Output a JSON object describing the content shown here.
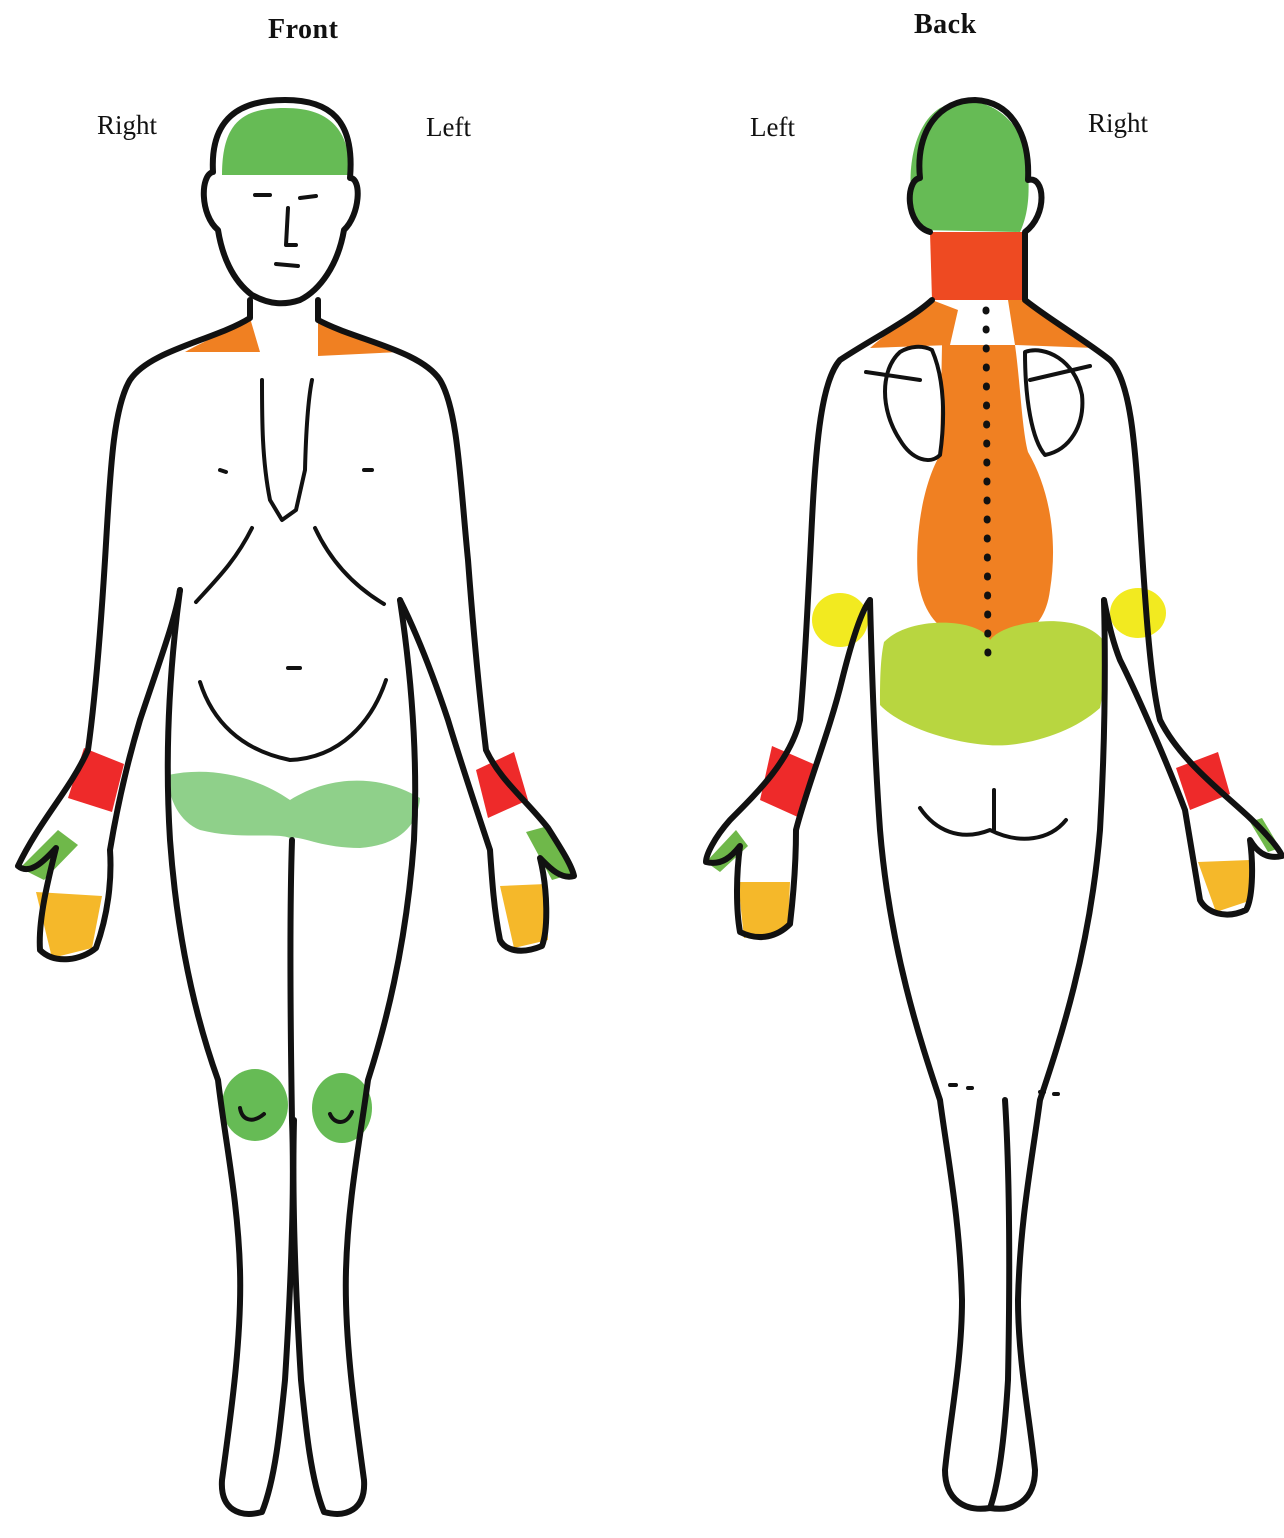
{
  "front": {
    "title": "Front",
    "right_label": "Right",
    "left_label": "Left"
  },
  "back": {
    "title": "Back",
    "left_label": "Left",
    "right_label": "Right"
  },
  "colors": {
    "head_green": "#66bb55",
    "neck_red_orange": "#ee4a22",
    "orange": "#f08022",
    "wrist_red": "#ee2a2a",
    "finger_yellow": "#f5b82a",
    "hand_green": "#6fb84a",
    "hip_light_green": "#8fd08a",
    "lower_back_lime": "#b8d640",
    "elbow_yellow": "#f2ea20",
    "knee_green": "#66bb55",
    "outline": "#111111"
  }
}
